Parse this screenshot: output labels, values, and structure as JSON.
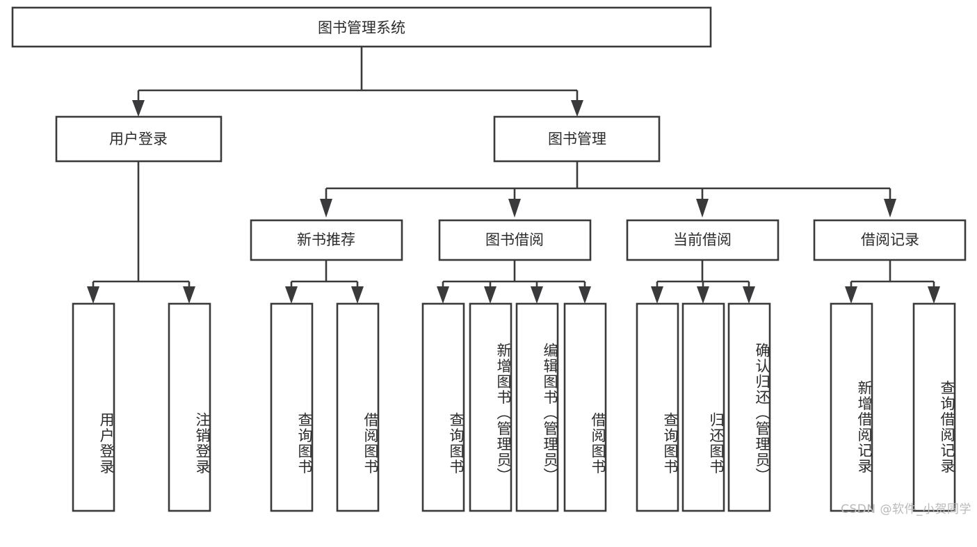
{
  "diagram": {
    "title": "图书管理系统",
    "type": "tree",
    "orientation": "top-down",
    "colors": {
      "box_stroke": "#3a3a3c",
      "box_fill": "#ffffff",
      "text": "#2b2b2b",
      "connector": "#3a3a3c",
      "background": "#ffffff",
      "watermark": "#b9b9bb"
    },
    "root": {
      "label": "图书管理系统"
    },
    "level2": [
      {
        "label": "用户登录"
      },
      {
        "label": "图书管理"
      }
    ],
    "level3": [
      {
        "label": "新书推荐"
      },
      {
        "label": "图书借阅"
      },
      {
        "label": "当前借阅"
      },
      {
        "label": "借阅记录"
      }
    ],
    "leaves": {
      "user_login": [
        {
          "label": "用户登录"
        },
        {
          "label": "注销登录"
        }
      ],
      "new_book_recommend": [
        {
          "label": "查询图书"
        },
        {
          "label": "借阅图书"
        }
      ],
      "book_borrow": [
        {
          "label": "查询图书"
        },
        {
          "label": "新增图书（管理员）"
        },
        {
          "label": "编辑图书（管理员）"
        },
        {
          "label": "借阅图书"
        }
      ],
      "current_borrow": [
        {
          "label": "查询图书"
        },
        {
          "label": "归还图书"
        },
        {
          "label": "确认归还（管理员）"
        }
      ],
      "borrow_record": [
        {
          "label": "新增借阅记录"
        },
        {
          "label": "查询借阅记录"
        }
      ]
    }
  },
  "watermark": {
    "text": "CSDN @软件_小贺同学"
  }
}
